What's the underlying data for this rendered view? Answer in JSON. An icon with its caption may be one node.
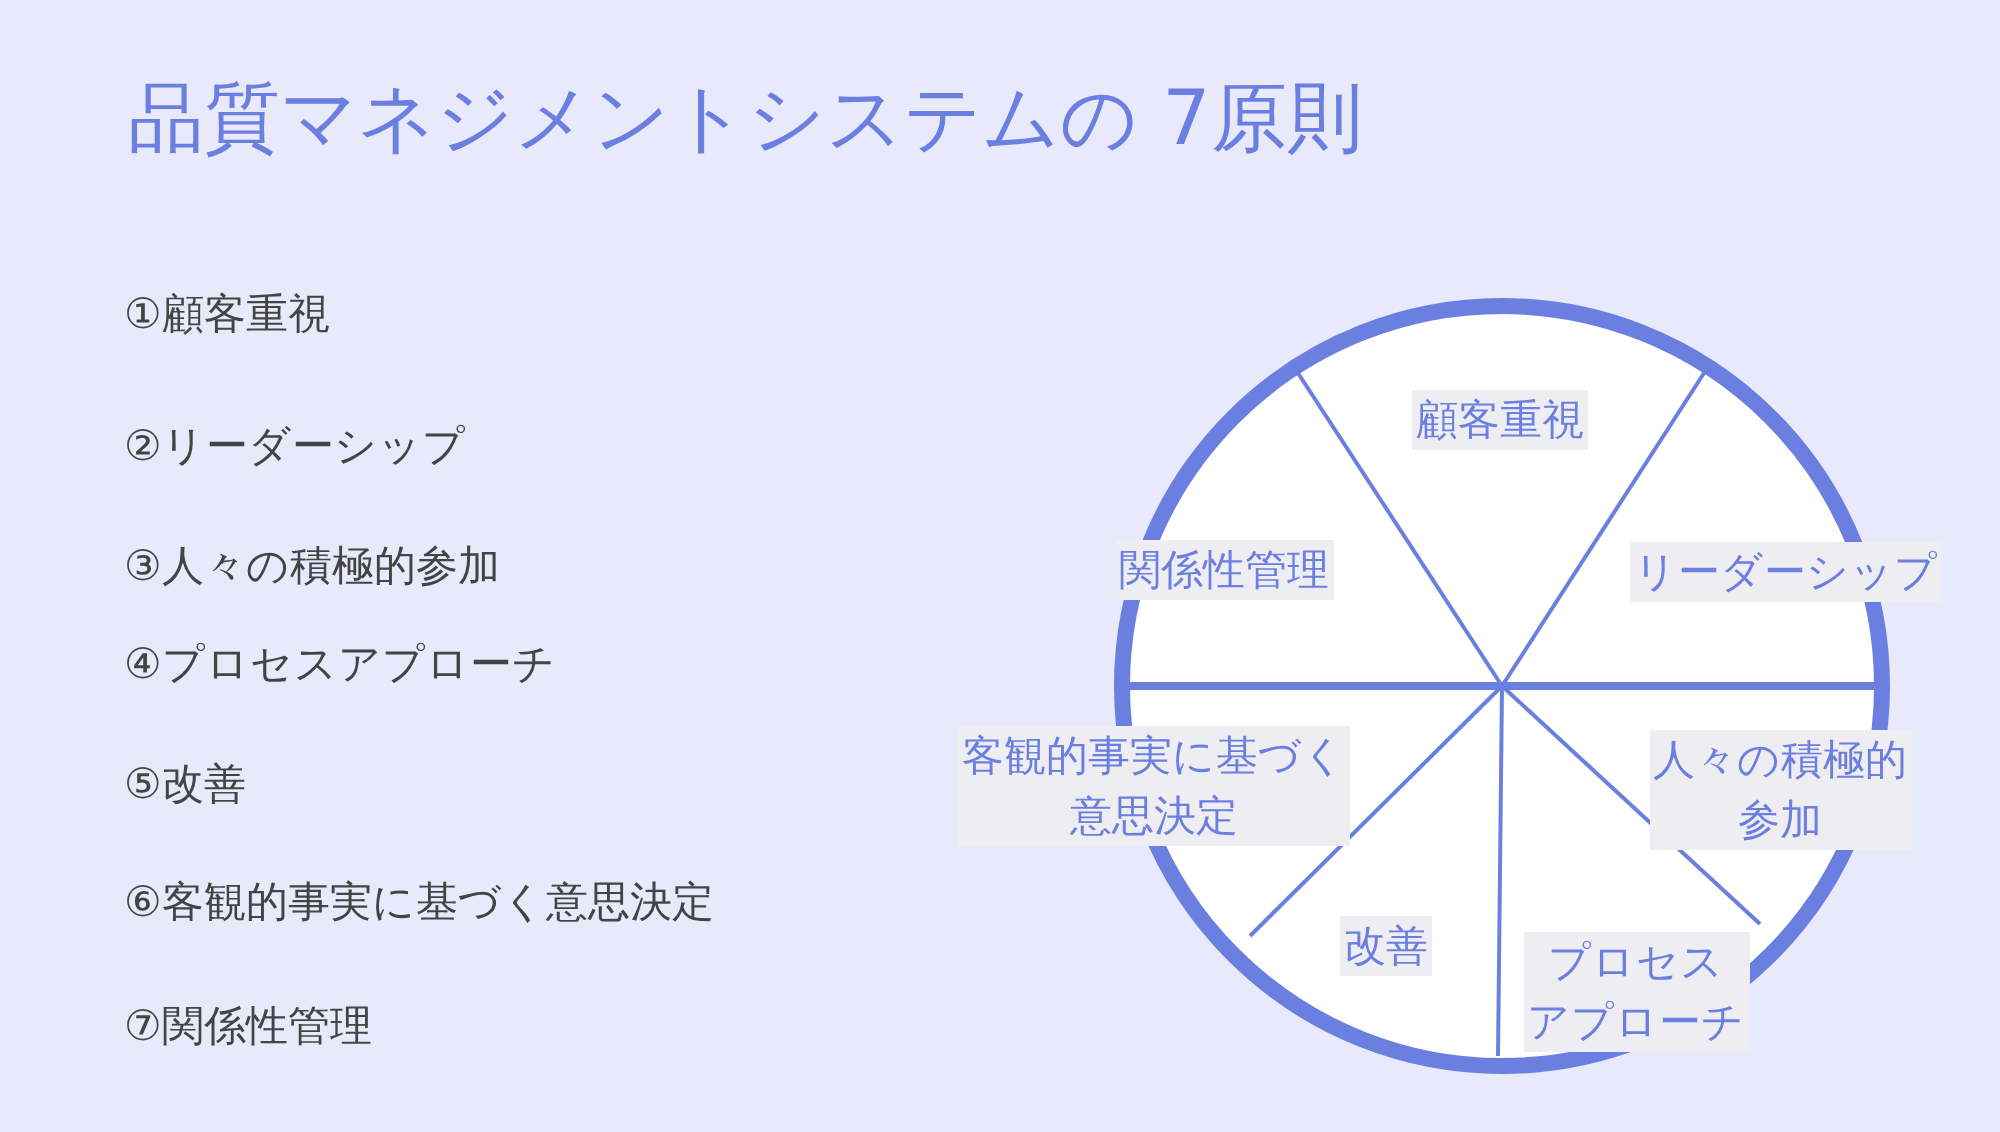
{
  "diagram": {
    "title": "品質マネジメントシステムの 7原則",
    "labels": [
      "①顧客重視",
      "②リーダーシップ",
      "③人々の積極的参加",
      "④プロセスアプローチ",
      "⑤改善",
      "⑥客観的事実に基づく意思決定",
      "⑦関係性管理",
      "顧客重視",
      "関係性管理",
      "リーダーシップ",
      "客観的事実に基づく意思決定",
      "人々の積極的参加",
      "改善",
      "プロセスアプローチ"
    ]
  }
}
